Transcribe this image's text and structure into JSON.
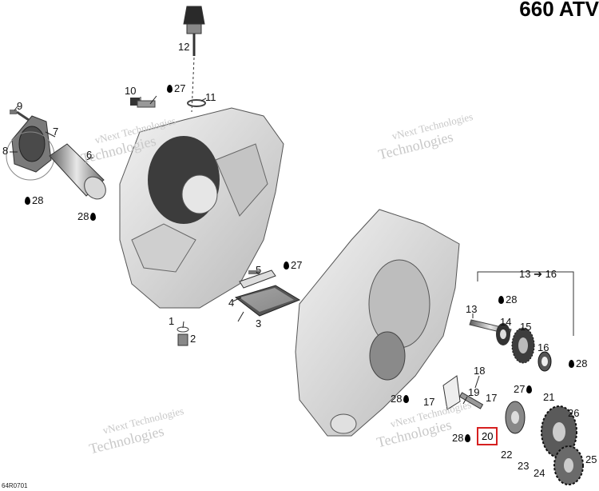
{
  "title": "660 ATV",
  "footer_code": "64R0701",
  "watermark": {
    "line1": "vNext Technologies",
    "line2": "Technologies"
  },
  "callouts": {
    "c1": "1",
    "c2": "2",
    "c3": "3",
    "c4": "4",
    "c5": "5",
    "c6": "6",
    "c7": "7",
    "c8": "8",
    "c9": "9",
    "c10": "10",
    "c11": "11",
    "c12": "12",
    "c13": "13",
    "c14": "14",
    "c15": "15",
    "c16": "16",
    "c17a": "17",
    "c17b": "17",
    "c18": "18",
    "c19": "19",
    "c20": "20",
    "c21": "21",
    "c22": "22",
    "c23": "23",
    "c24": "24",
    "c25": "25",
    "c26": "26",
    "range": "13 ➔ 16"
  },
  "drops": {
    "d27a": "27",
    "d27b": "27",
    "d27c": "27",
    "d28a": "28",
    "d28b": "28",
    "d28c": "28",
    "d28d": "28",
    "d28e": "28",
    "d28f": "28"
  },
  "highlighted_callout": "20",
  "colors": {
    "highlight": "#d62020",
    "watermark": "#c8c8c8",
    "part_fill": "#dcdcdc",
    "part_stroke": "#555555"
  }
}
